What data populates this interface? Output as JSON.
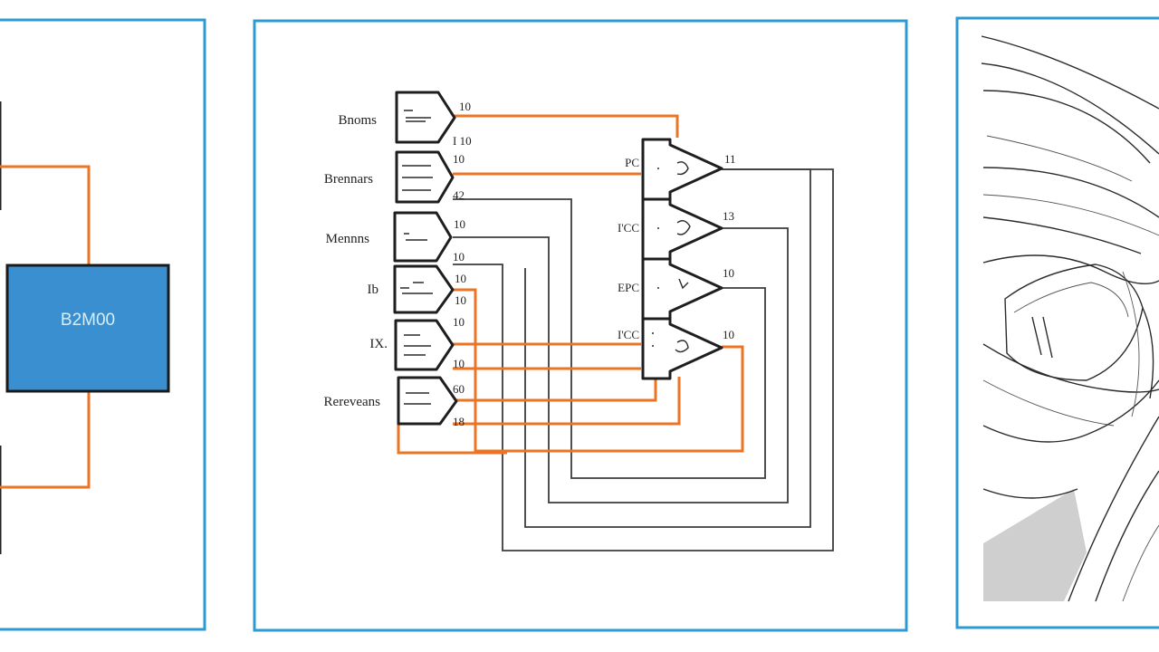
{
  "colors": {
    "frame": "#2d9ad1",
    "block_fill": "#3a8fd0",
    "wire_orange": "#ec7424",
    "wire_dark": "#3c3c3c"
  },
  "left_panel": {
    "block_label": "B2M00"
  },
  "center_panel": {
    "input_labels": [
      "Bnoms",
      "Brennars",
      "Mennns",
      "Ib",
      "IX.",
      "Rereveans"
    ],
    "gate_pins": [
      [
        "10",
        "I 10"
      ],
      [
        "10",
        "42"
      ],
      [
        "10",
        "10"
      ],
      [
        "10",
        "10"
      ],
      [
        "10",
        "10"
      ],
      [
        "60",
        "18"
      ]
    ],
    "right_gate_in_labels": [
      "PC",
      "I'CC",
      "EPC",
      "I'CC"
    ],
    "right_gate_out_labels": [
      "11",
      "13",
      "10",
      "10"
    ]
  },
  "right_panel": {
    "icon": "car-interior-sketch"
  }
}
